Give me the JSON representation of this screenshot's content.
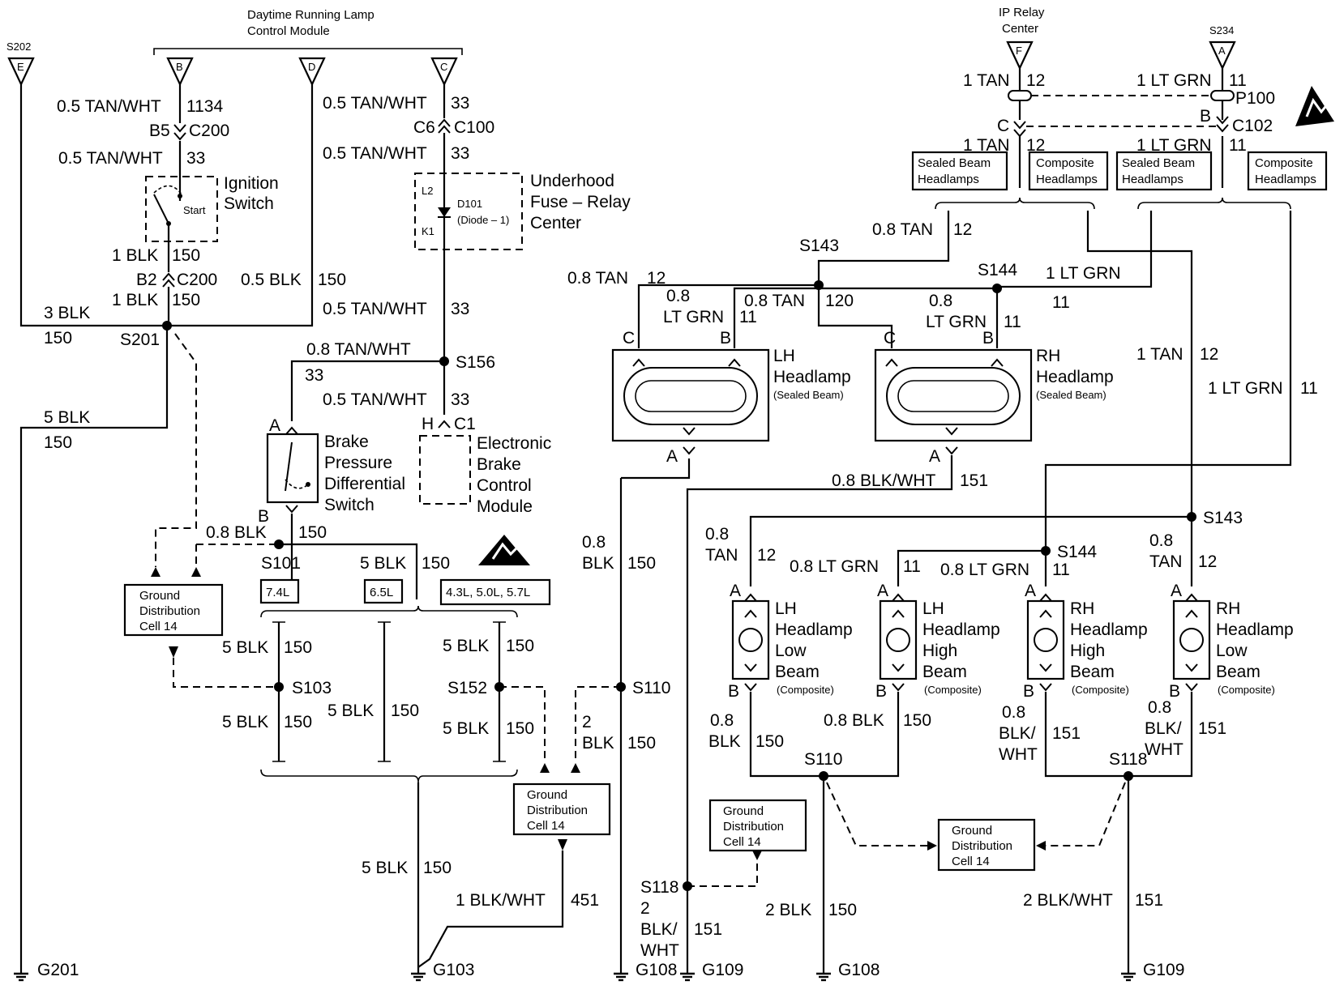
{
  "title": {
    "line1": "Daytime Running Lamp",
    "line2": "Control Module"
  },
  "ip_relay": {
    "line1": "IP Relay",
    "line2": "Center"
  },
  "terminals": {
    "e": "E",
    "b": "B",
    "d": "D",
    "c": "C",
    "f": "F",
    "a": "A",
    "s202": "S202",
    "s234": "S234"
  },
  "wires": {
    "tanwht_05": "0.5 TAN/WHT",
    "c1134": "1134",
    "c33": "33",
    "c150": "150",
    "c151": "151",
    "c12": "12",
    "c11": "11",
    "c120": "120",
    "c451": "451",
    "blk_1": "1 BLK",
    "blk_05": "0.5 BLK",
    "blk_3": "3 BLK",
    "blk_5": "5 BLK",
    "tanwht_08": "0.8 TAN/WHT",
    "blk_08": "0.8 BLK",
    "blk_08_a": "0.8",
    "blk_08_b": "BLK",
    "blk_2": "2 BLK",
    "blk_2a": "2",
    "blk_2b": "BLK",
    "blkwht_1": "1 BLK/WHT",
    "blkwht_08": "0.8 BLK/WHT",
    "blkwht_2": "2 BLK/WHT",
    "blkwht_a": "BLK/",
    "blkwht_b": "WHT",
    "tan_1": "1 TAN",
    "ltgrn_1": "1 LT GRN",
    "tan_08": "0.8 TAN",
    "tan_08a": "0.8",
    "tan_08b": "TAN",
    "ltgrn_08": "0.8 LT GRN",
    "ltgrn_08a": "0.8",
    "ltgrn_08b": "LT GRN"
  },
  "connectors": {
    "b5": "B5",
    "c200": "C200",
    "b2": "B2",
    "c6": "C6",
    "c100": "C100",
    "h": "H",
    "c1": "C1",
    "c": "C",
    "b": "B",
    "a": "A",
    "p100": "P100",
    "c102": "C102"
  },
  "components": {
    "ignition": [
      "Ignition",
      "Switch"
    ],
    "start": "Start",
    "fuse": [
      "Underhood",
      "Fuse – Relay",
      "Center"
    ],
    "l2": "L2",
    "k1": "K1",
    "d101": "D101",
    "diode": "(Diode – 1)",
    "brake": [
      "Brake",
      "Pressure",
      "Differential",
      "Switch"
    ],
    "ebcm": [
      "Electronic",
      "Brake",
      "Control",
      "Module"
    ],
    "lh_sealed": [
      "LH",
      "Headlamp",
      "(Sealed Beam)"
    ],
    "rh_sealed": [
      "RH",
      "Headlamp",
      "(Sealed Beam)"
    ],
    "lh_low": [
      "LH",
      "Headlamp",
      "Low",
      "Beam",
      "(Composite)"
    ],
    "lh_high": [
      "LH",
      "Headlamp",
      "High",
      "Beam",
      "(Composite)"
    ],
    "rh_high": [
      "RH",
      "Headlamp",
      "High",
      "Beam",
      "(Composite)"
    ],
    "rh_low": [
      "RH",
      "Headlamp",
      "Low",
      "Beam",
      "(Composite)"
    ]
  },
  "options": {
    "sealed": [
      "Sealed Beam",
      "Headlamps"
    ],
    "composite": [
      "Composite",
      "Headlamps"
    ],
    "e74": "7.4L",
    "e65": "6.5L",
    "engines": "4.3L, 5.0L, 5.7L"
  },
  "gdc": [
    "Ground",
    "Distribution",
    "Cell 14"
  ],
  "splices": {
    "s201": "S201",
    "s156": "S156",
    "s101": "S101",
    "s103": "S103",
    "s152": "S152",
    "s110": "S110",
    "s118": "S118",
    "s143": "S143",
    "s144": "S144"
  },
  "grounds": {
    "g201": "G201",
    "g103": "G103",
    "g108": "G108",
    "g109": "G109"
  }
}
